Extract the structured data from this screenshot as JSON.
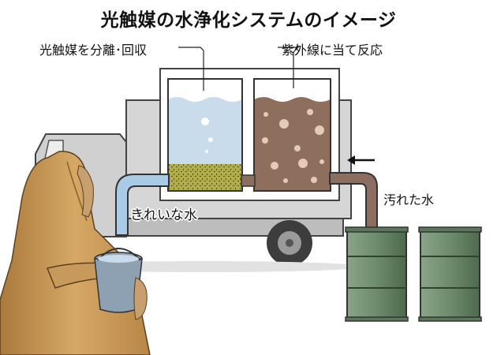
{
  "title": "光触媒の水浄化システムのイメージ",
  "labels": {
    "separate_photocatalyst": "光触媒を分離･回収",
    "uv_exposure": "紫外線に当て反応",
    "dirty_water": "汚れた水",
    "clean_water": "きれいな水"
  },
  "colors": {
    "truck_body": "#d6d6d6",
    "clean_water": "#c9dcec",
    "dirty_water": "#8e6f5e",
    "photocatalyst": "#b1ad4b",
    "pipe_dirty": "#8c6e60",
    "pipe_clean": "#a9cbe6",
    "drum": "#6d8b6d",
    "robe": "#c7995a"
  },
  "icons": {
    "flow_arrow": "arrow-left-icon"
  }
}
